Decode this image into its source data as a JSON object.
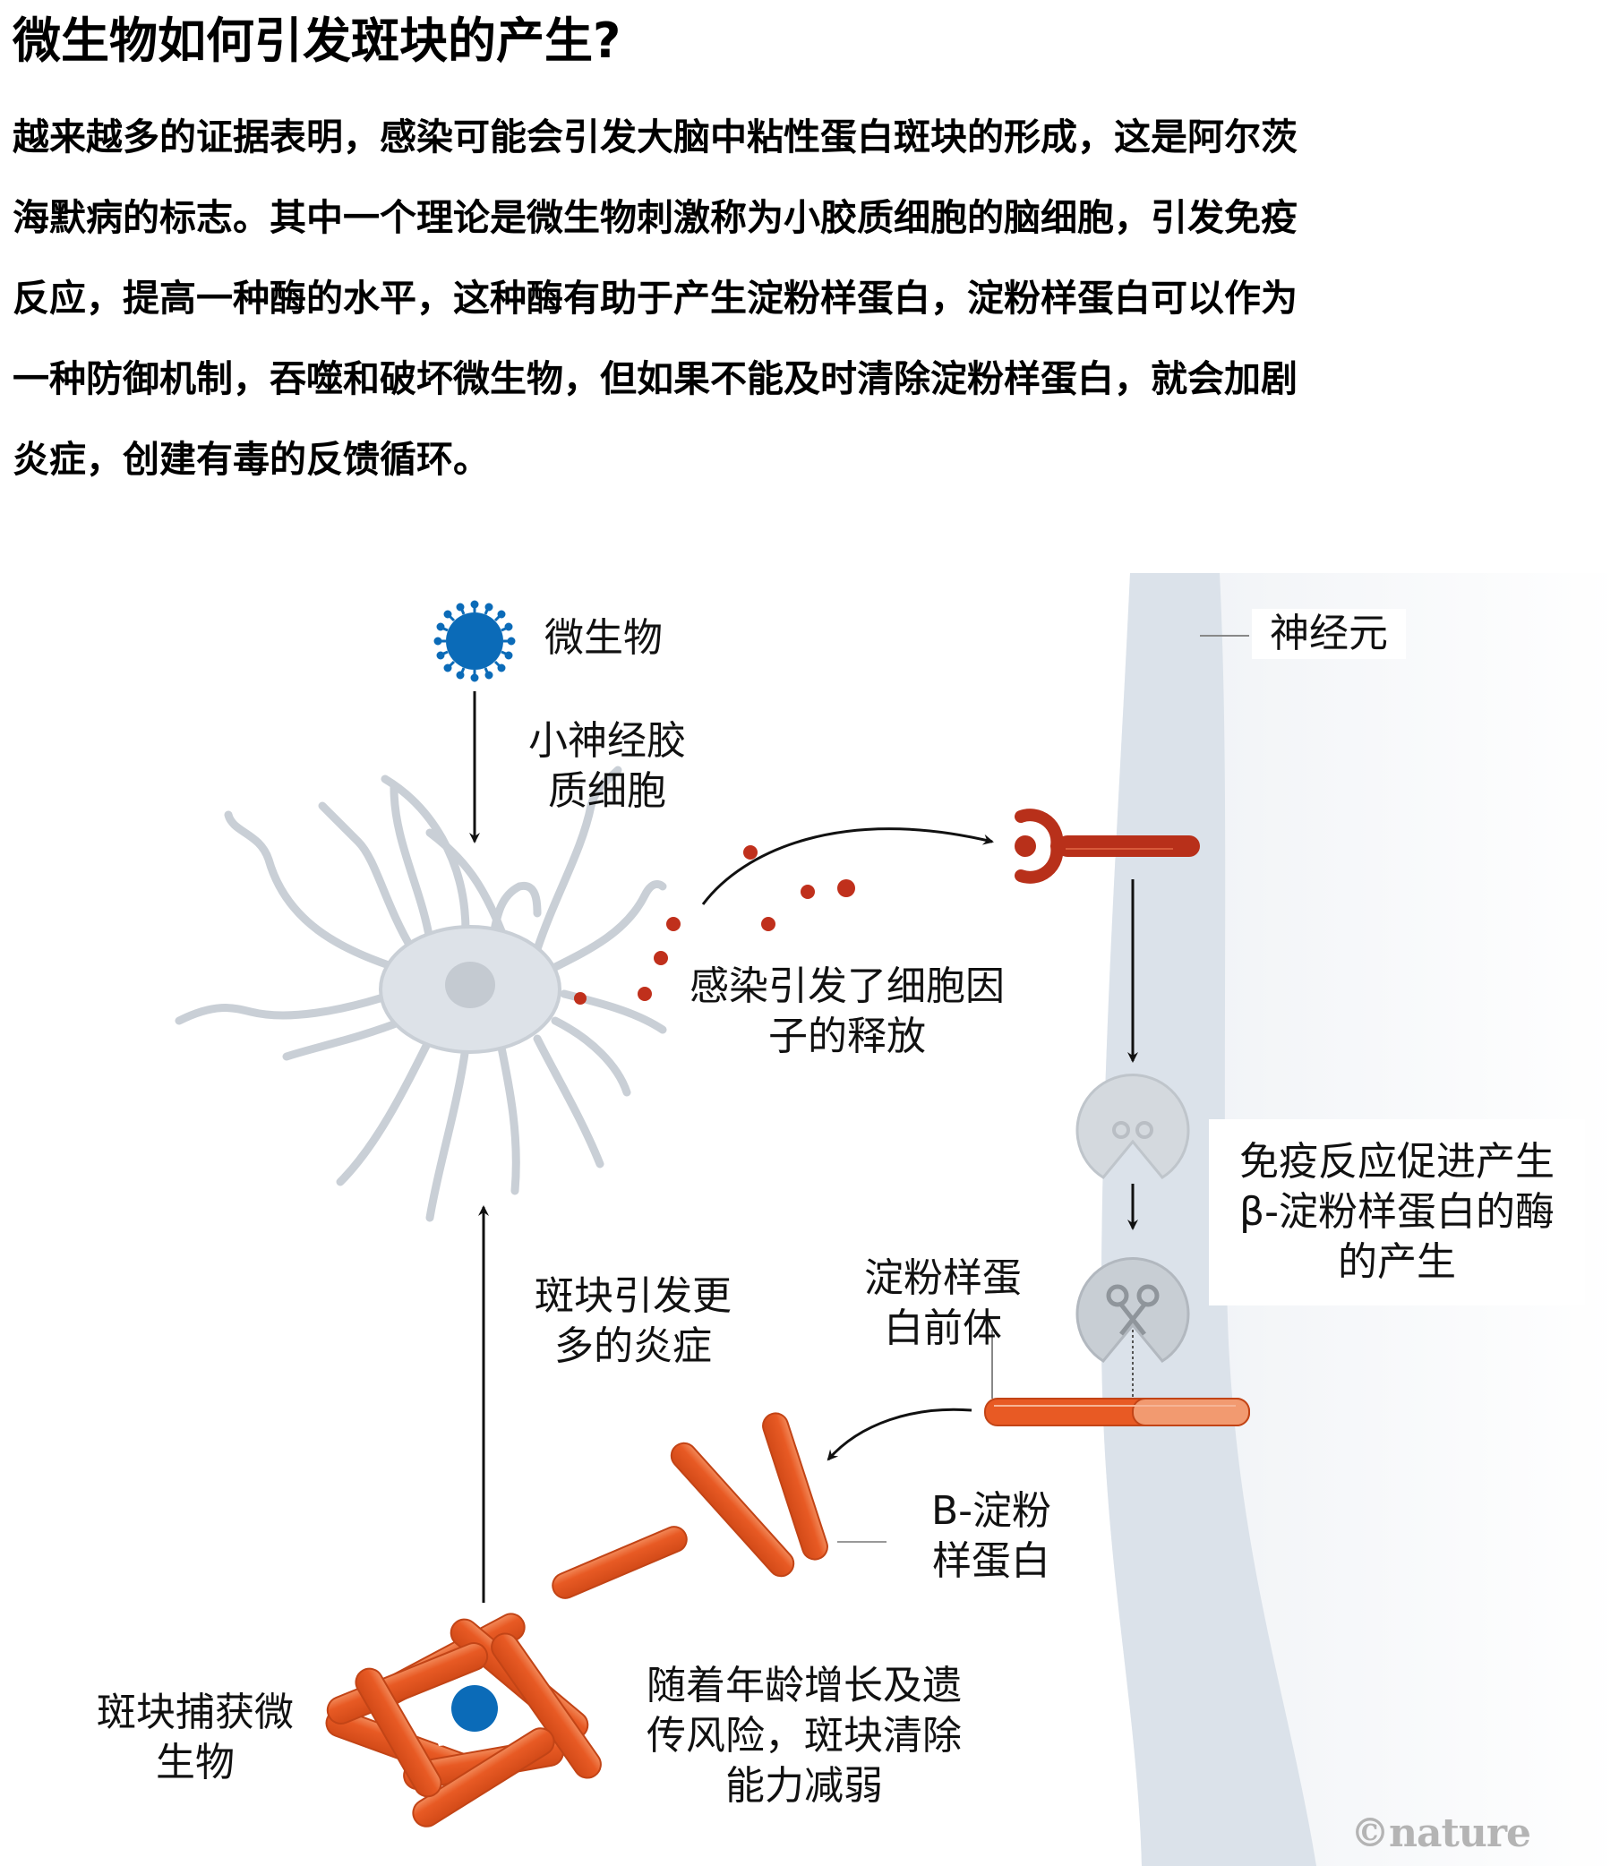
{
  "header": {
    "title": "微生物如何引发斑块的产生?"
  },
  "intro": {
    "lines": [
      "越来越多的证据表明，感染可能会引发大脑中粘性蛋白斑块的形成，这是阿尔茨",
      "海默病的标志。其中一个理论是微生物刺激称为小胶质细胞的脑细胞，引发免疫",
      "反应，提高一种酶的水平，这种酶有助于产生淀粉样蛋白，淀粉样蛋白可以作为",
      "一种防御机制，吞噬和破坏微生物，但如果不能及时清除淀粉样蛋白，就会加剧",
      "炎症，创建有毒的反馈循环。"
    ]
  },
  "diagram": {
    "labels": {
      "microbe": "微生物",
      "microglia_line1": "小神经胶",
      "microglia_line2": "质细胞",
      "neuron": "神经元",
      "cytokine_line1": "感染引发了细胞因",
      "cytokine_line2": "子的释放",
      "enzyme_line1": "免疫反应促进产生",
      "enzyme_line2": "β-淀粉样蛋白的酶",
      "enzyme_line3": "的产生",
      "precursor_line1": "淀粉样蛋",
      "precursor_line2": "白前体",
      "beta_amyloid_line1": "B-淀粉",
      "beta_amyloid_line2": "样蛋白",
      "inflammation_line1": "斑块引发更",
      "inflammation_line2": "多的炎症",
      "capture_line1": "斑块捕获微",
      "capture_line2": "生物",
      "aging_line1": "随着年龄增长及遗",
      "aging_line2": "传风险，斑块清除",
      "aging_line3": "能力减弱"
    },
    "icons": {
      "microbe": "virus-icon",
      "microglia": "microglia-cell-icon",
      "receptor": "receptor-icon",
      "enzyme": "scissors-enzyme-icon",
      "precursor": "protein-rod-icon",
      "fibrils": "amyloid-fibril-icon",
      "plaque": "plaque-icon"
    },
    "colors": {
      "microbe_blue": "#0b6bb8",
      "cytokine_red": "#c0301c",
      "receptor_red": "#b8301a",
      "amyloid_orange": "#e85a24",
      "amyloid_light": "#f29a70",
      "cell_gray": "#d8dde3",
      "neuron_band": "#dbe2ea",
      "enzyme_gray": "#c8ced4"
    },
    "credit": "©nature"
  }
}
